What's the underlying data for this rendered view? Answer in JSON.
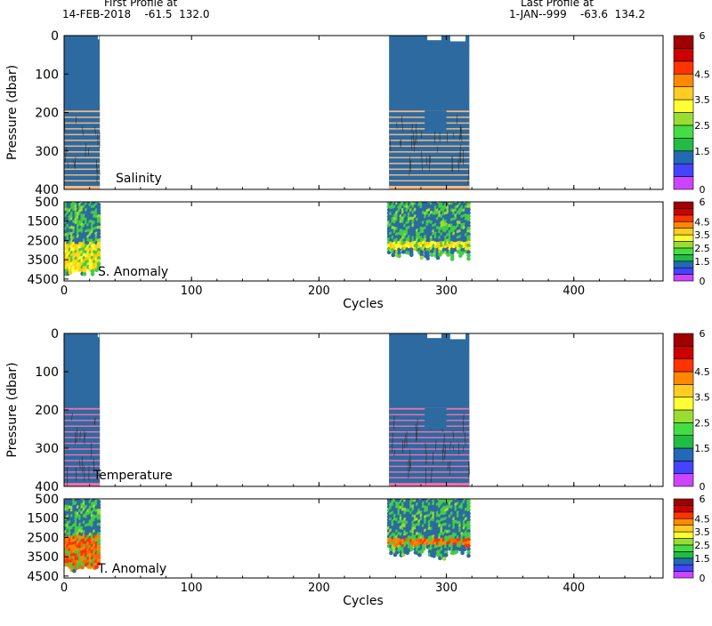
{
  "header": {
    "first_title": "First Profile at",
    "first_info": "14-FEB-2018    -61.5  132.0",
    "last_title": "Last Profile at",
    "last_info": "1-JAN--999    -63.6  134.2"
  },
  "colorbar": {
    "colors": [
      "#cc44ff",
      "#4444ff",
      "#226ab4",
      "#22bb44",
      "#44dd44",
      "#99dd33",
      "#ffff33",
      "#ffcc22",
      "#ff8800",
      "#ff3300",
      "#cc0000",
      "#a00000"
    ],
    "major_labels": [
      "0",
      "1.5",
      "2.5",
      "3.5",
      "4.5",
      "6"
    ]
  },
  "chart_data": [
    {
      "type": "heatmap",
      "title": "",
      "panel_label": "Salinity",
      "xlabel": "",
      "ylabel": "Pressure (dbar)",
      "xlim": [
        0,
        470
      ],
      "ylim": [
        400,
        0
      ],
      "x_ticks": [
        0,
        100,
        200,
        300,
        400
      ],
      "y_ticks": [
        "0",
        "100",
        "200",
        "300",
        "400"
      ],
      "data_columns": [
        [
          0,
          28
        ],
        [
          255,
          318
        ]
      ],
      "background_color": "#2c6aa0",
      "band_color": "#f4b880",
      "band_start": 195,
      "band_pressures": [
        205,
        220,
        235,
        250,
        265,
        280,
        295,
        310,
        325,
        340,
        355,
        370,
        385
      ],
      "colorbar_range": [
        0,
        6
      ]
    },
    {
      "type": "scatter",
      "title": "",
      "panel_label": "S. Anomaly",
      "xlabel": "Cycles",
      "ylabel": "",
      "xlim": [
        0,
        470
      ],
      "ylim": [
        4600,
        400
      ],
      "x_ticks": [
        0,
        100,
        200,
        300,
        400
      ],
      "y_ticks": [
        "500",
        "1500",
        "2500",
        "3500",
        "4500"
      ],
      "data_columns": [
        [
          0,
          28
        ],
        [
          255,
          318
        ]
      ],
      "series": [
        {
          "name": "",
          "x_range": [
            0,
            28
          ],
          "depth_max": 4300,
          "hot_zone": [
            2600,
            4200
          ],
          "palette": "yellow"
        },
        {
          "name": "",
          "x_range": [
            255,
            318
          ],
          "depth_max": 3600,
          "hot_zone": [
            2500,
            2900
          ],
          "palette": "yellow"
        }
      ],
      "colorbar_range": [
        0,
        6
      ]
    },
    {
      "type": "heatmap",
      "title": "",
      "panel_label": "Temperature",
      "xlabel": "",
      "ylabel": "Pressure (dbar)",
      "xlim": [
        0,
        470
      ],
      "ylim": [
        400,
        0
      ],
      "x_ticks": [
        0,
        100,
        200,
        300,
        400
      ],
      "y_ticks": [
        "0",
        "100",
        "200",
        "300",
        "400"
      ],
      "data_columns": [
        [
          0,
          28
        ],
        [
          255,
          318
        ]
      ],
      "background_color": "#2c6aa0",
      "band_color": "#f26fa8",
      "band_start": 195,
      "band_pressures": [
        205,
        220,
        235,
        250,
        265,
        280,
        295,
        310,
        325,
        340,
        355,
        370,
        385
      ],
      "colorbar_range": [
        0,
        6
      ]
    },
    {
      "type": "scatter",
      "title": "",
      "panel_label": "T. Anomaly",
      "xlabel": "Cycles",
      "ylabel": "",
      "xlim": [
        0,
        470
      ],
      "ylim": [
        4600,
        400
      ],
      "x_ticks": [
        0,
        100,
        200,
        300,
        400
      ],
      "y_ticks": [
        "500",
        "1500",
        "2500",
        "3500",
        "4500"
      ],
      "data_columns": [
        [
          0,
          28
        ],
        [
          255,
          318
        ]
      ],
      "series": [
        {
          "name": "",
          "x_range": [
            0,
            28
          ],
          "depth_max": 4300,
          "hot_zone": [
            2400,
            4200
          ],
          "palette": "orange"
        },
        {
          "name": "",
          "x_range": [
            255,
            318
          ],
          "depth_max": 3600,
          "hot_zone": [
            2500,
            2900
          ],
          "palette": "orange"
        }
      ],
      "colorbar_range": [
        0,
        6
      ]
    }
  ]
}
